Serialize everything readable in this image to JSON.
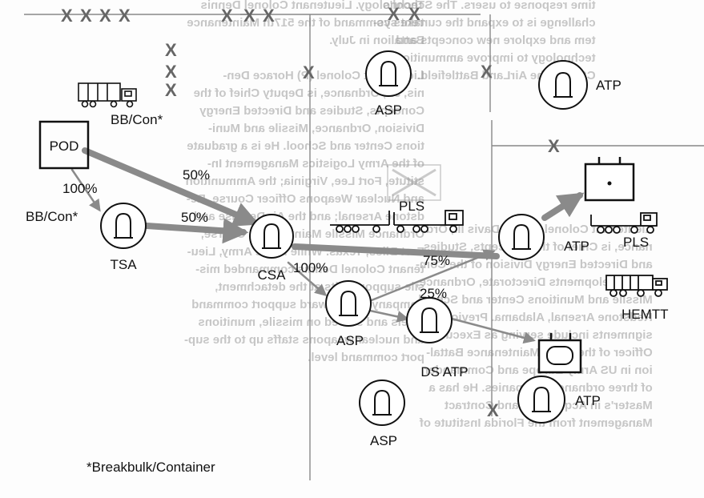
{
  "nodes": {
    "pod": "POD",
    "tsa": "TSA",
    "csa": "CSA",
    "asp_top": "ASP",
    "atp_top": "ATP",
    "asp_mid": "ASP",
    "ds_atp": "DS ATP",
    "atp_mid": "ATP",
    "asp_bottom": "ASP",
    "atp_bottom": "ATP"
  },
  "vehicles": {
    "pls_left": "PLS",
    "pls_right": "PLS",
    "hemtt": "HEMTT"
  },
  "labels": {
    "bb_con_top": "BB/Con*",
    "bb_con_left": "BB/Con*",
    "pct_pod_tsa": "100%",
    "pct_pod_csa": "50%",
    "pct_tsa_csa": "50%",
    "pct_csa_asp": "100%",
    "pct_asp_atp_75": "75%",
    "pct_asp_dsatp_25": "25%"
  },
  "footnote": "*Breakbulk/Container",
  "background_text": {
    "col1": "Technology. Lieutenant Colonel Dennis\ntakes command of the 517th Maintenance\nBattalion in July.\n\nLieutenant Colonel (P) Horace Den-\nnis, Jr., Ordnance, is Deputy Chief of the\nConcepts, Studies and Directed Energy\nDivision, Ordnance, Missile and Muni-\ntions Center and School. He is a graduate\nof the Army Logistics Management In-\nstitute, Fort Lee, Virginia; the Ammunition\nand Nuclear Weapons Officer Course, Re-\ndstone Arsenal; and the Air Defense and\nOrdnance Missile Maintenance Course,\nFort Bliss, Texas. While in the Army, Lieu-\ntenant Colonel Dennis commanded mis-\nsile support units at the detachment,\ncompany and forward support command\nlevels and served on missile, munitions\nand nuclear weapons staffs up to the sup-\nport command level.",
    "col2a": "time response to users. The School's\nchallenge is to expand the current sys-\ntem and explore new concepts and\ntechnology to improve ammunition\nCSS for the AirLand Battlefield.",
    "col2b": "Lieutenant Colonel Earl C. Davis III, Ord-\nnance, is Chief of the Concepts, Studies\nand Directed Energy Division of the Com-\nbat Developments Directorate, Ordnance,\nMissile and Munitions Center and School,\nRedstone Arsenal, Alabama. Previous as-\nsignments include serving as Executive\nOfficer of the 517th Maintenance Battal-\nion in US Army Europe and Commander\nof three ordnance companies. He has a\nMaster's in Acquisition and Contract\nManagement from the Florida Institute of"
  }
}
